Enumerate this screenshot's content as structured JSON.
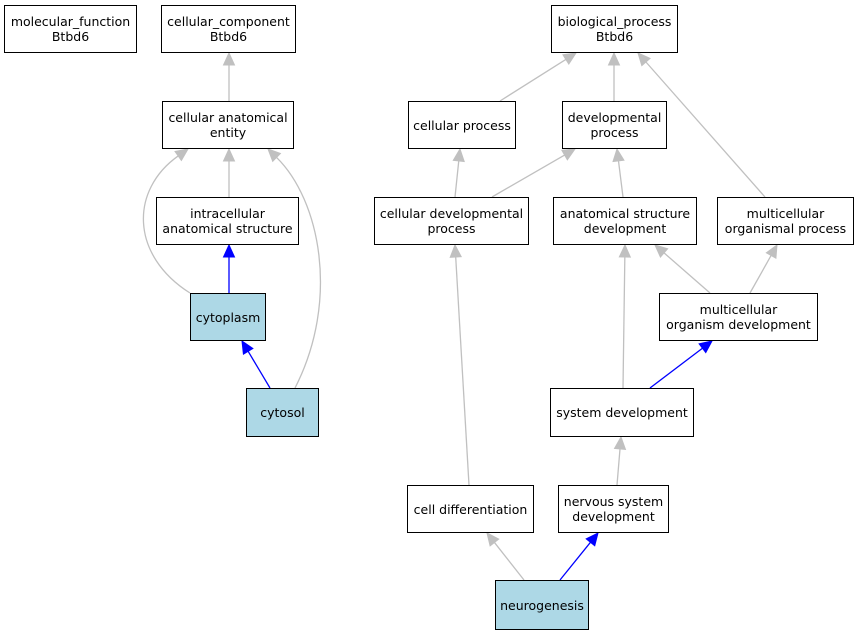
{
  "colors": {
    "highlight_fill": "#add8e6",
    "default_fill": "#ffffff",
    "gray_edge": "#c0c0c0",
    "blue_edge": "#0000ff"
  },
  "nodes": {
    "molecular_function": {
      "line1": "molecular_function",
      "line2": "Btbd6",
      "highlighted": false
    },
    "cellular_component": {
      "line1": "cellular_component",
      "line2": "Btbd6",
      "highlighted": false
    },
    "biological_process": {
      "line1": "biological_process",
      "line2": "Btbd6",
      "highlighted": false
    },
    "cellular_anatomical_entity": {
      "line1": "cellular anatomical",
      "line2": "entity",
      "highlighted": false
    },
    "intracellular_anatomical_structure": {
      "line1": "intracellular",
      "line2": "anatomical structure",
      "highlighted": false
    },
    "cytoplasm": {
      "line1": "cytoplasm",
      "line2": "",
      "highlighted": true
    },
    "cytosol": {
      "line1": "cytosol",
      "line2": "",
      "highlighted": true
    },
    "cellular_process": {
      "line1": "cellular process",
      "line2": "",
      "highlighted": false
    },
    "developmental_process": {
      "line1": "developmental",
      "line2": "process",
      "highlighted": false
    },
    "cellular_developmental_process": {
      "line1": "cellular developmental",
      "line2": "process",
      "highlighted": false
    },
    "anatomical_structure_development": {
      "line1": "anatomical structure",
      "line2": "development",
      "highlighted": false
    },
    "multicellular_organismal_process": {
      "line1": "multicellular",
      "line2": "organismal process",
      "highlighted": false
    },
    "multicellular_organism_development": {
      "line1": "multicellular",
      "line2": "organism development",
      "highlighted": false
    },
    "system_development": {
      "line1": "system development",
      "line2": "",
      "highlighted": false
    },
    "cell_differentiation": {
      "line1": "cell differentiation",
      "line2": "",
      "highlighted": false
    },
    "nervous_system_development": {
      "line1": "nervous system",
      "line2": "development",
      "highlighted": false
    },
    "neurogenesis": {
      "line1": "neurogenesis",
      "line2": "",
      "highlighted": true
    }
  },
  "edges": [
    {
      "from": "cellular_anatomical_entity",
      "to": "cellular_component",
      "color": "gray"
    },
    {
      "from": "intracellular_anatomical_structure",
      "to": "cellular_anatomical_entity",
      "color": "gray"
    },
    {
      "from": "cytoplasm",
      "to": "intracellular_anatomical_structure",
      "color": "blue"
    },
    {
      "from": "cytoplasm",
      "to": "cellular_anatomical_entity",
      "color": "gray"
    },
    {
      "from": "cytosol",
      "to": "cytoplasm",
      "color": "blue"
    },
    {
      "from": "cytosol",
      "to": "cellular_anatomical_entity",
      "color": "gray"
    },
    {
      "from": "cellular_process",
      "to": "biological_process",
      "color": "gray"
    },
    {
      "from": "developmental_process",
      "to": "biological_process",
      "color": "gray"
    },
    {
      "from": "multicellular_organismal_process",
      "to": "biological_process",
      "color": "gray"
    },
    {
      "from": "cellular_developmental_process",
      "to": "cellular_process",
      "color": "gray"
    },
    {
      "from": "cellular_developmental_process",
      "to": "developmental_process",
      "color": "gray"
    },
    {
      "from": "anatomical_structure_development",
      "to": "developmental_process",
      "color": "gray"
    },
    {
      "from": "multicellular_organism_development",
      "to": "anatomical_structure_development",
      "color": "gray"
    },
    {
      "from": "multicellular_organism_development",
      "to": "multicellular_organismal_process",
      "color": "gray"
    },
    {
      "from": "system_development",
      "to": "anatomical_structure_development",
      "color": "gray"
    },
    {
      "from": "system_development",
      "to": "multicellular_organism_development",
      "color": "blue"
    },
    {
      "from": "cell_differentiation",
      "to": "cellular_developmental_process",
      "color": "gray"
    },
    {
      "from": "nervous_system_development",
      "to": "system_development",
      "color": "gray"
    },
    {
      "from": "neurogenesis",
      "to": "cell_differentiation",
      "color": "gray"
    },
    {
      "from": "neurogenesis",
      "to": "nervous_system_development",
      "color": "blue"
    }
  ]
}
